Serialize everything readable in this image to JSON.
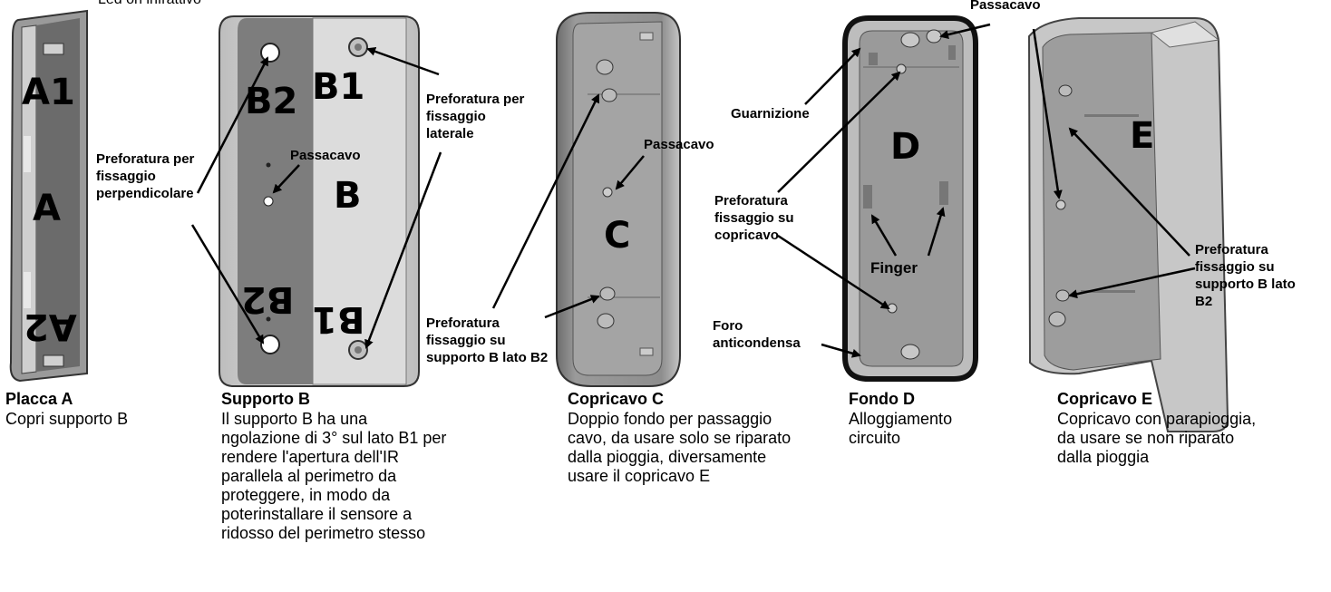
{
  "top_fragment": "Led on infrattivo",
  "parts": {
    "a": {
      "letter": "A",
      "mark1": "A1",
      "mark2": "A2",
      "title": "Placca A",
      "desc": "Copri supporto B"
    },
    "b": {
      "letter": "B",
      "mark1": "B1",
      "mark2": "B2",
      "title": "Supporto B",
      "desc": "Il supporto B ha una ngolazione di 3° sul lato B1 per rendere l'apertura dell'IR parallela al perimetro da proteggere, in modo da poterinstallare il sensore a ridosso del perimetro stesso"
    },
    "c": {
      "letter": "C",
      "title": "Copricavo C",
      "desc": "Doppio fondo per passaggio cavo, da usare solo se riparato dalla pioggia, diversamente usare il copricavo E"
    },
    "d": {
      "letter": "D",
      "title": "Fondo D",
      "desc": "Alloggiamento circuito"
    },
    "e": {
      "letter": "E",
      "title": "Copricavo E",
      "desc": "Copricavo con parapioggia, da usare se non riparato dalla pioggia"
    }
  },
  "labels": {
    "perp": "Preforatura per fissaggio perpendicolare",
    "lateral": "Preforatura per fissaggio laterale",
    "passacavo_b": "Passacavo",
    "passacavo_c": "Passacavo",
    "passacavo_d": "Passacavo",
    "supporto_c": "Preforatura fissaggio su supporto B lato B2",
    "guarnizione": "Guarnizione",
    "copricavo_d": "Preforatura fissaggio su copricavo",
    "finger": "Finger",
    "foro": "Foro anticondensa",
    "supporto_e": "Preforatura fissaggio su supporto B lato B2"
  },
  "colors": {
    "part_gray": "#8a8a8a",
    "part_dark": "#5c5c5c",
    "part_light": "#d8d8d8",
    "arrow": "#000000"
  }
}
